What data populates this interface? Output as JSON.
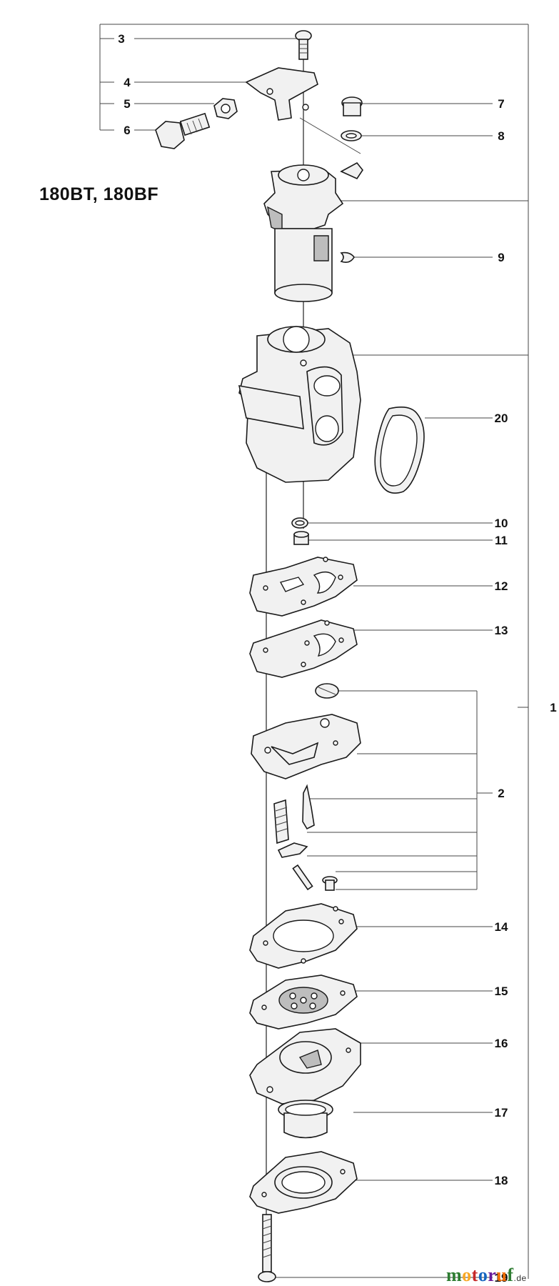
{
  "title": "180BT, 180BF",
  "callouts": {
    "c1": "1",
    "c2": "2",
    "c3": "3",
    "c4": "4",
    "c5": "5",
    "c6": "6",
    "c7": "7",
    "c8": "8",
    "c9": "9",
    "c10": "10",
    "c11": "11",
    "c12": "12",
    "c13": "13",
    "c14": "14",
    "c15": "15",
    "c16": "16",
    "c17": "17",
    "c18": "18",
    "c19": "19",
    "c20": "20"
  },
  "watermark": {
    "colored_parts": [
      {
        "text": "m",
        "color": "#2e7d32"
      },
      {
        "text": "o",
        "color": "#f9a825"
      },
      {
        "text": "t",
        "color": "#c62828"
      },
      {
        "text": "o",
        "color": "#1565c0"
      },
      {
        "text": "r",
        "color": "#6a1b9a"
      },
      {
        "text": "u",
        "color": "#ef6c00"
      },
      {
        "text": "f",
        "color": "#2e7d32"
      }
    ],
    "tld": ".de"
  }
}
